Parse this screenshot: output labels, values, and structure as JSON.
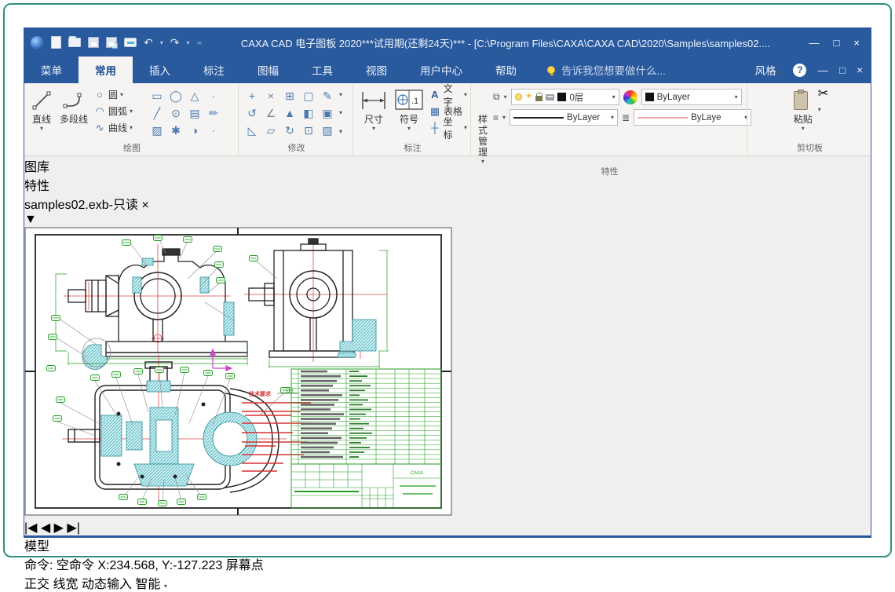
{
  "colors": {
    "titlebar_blue": "#2a5a9e",
    "frame_teal": "#2f8f82",
    "active_tab_text": "#1d4f94",
    "dimension_green": "#1f9e1f",
    "centerline_red": "#e04848",
    "highlight_cyan": "#9adce0",
    "note_red": "#d83030",
    "axis_magenta": "#cc44cc"
  },
  "titlebar": {
    "title": "CAXA CAD 电子图板 2020***试用期(还剩24天)*** - [C:\\Program Files\\CAXA\\CAXA CAD\\2020\\Samples\\samples02....",
    "undo_glyph": "↶",
    "redo_glyph": "↷",
    "controls": {
      "minimize": "—",
      "maximize": "□",
      "close": "×"
    }
  },
  "tabbar": {
    "tabs": [
      {
        "label": "菜单"
      },
      {
        "label": "常用"
      },
      {
        "label": "插入"
      },
      {
        "label": "标注"
      },
      {
        "label": "图幅"
      },
      {
        "label": "工具"
      },
      {
        "label": "视图"
      },
      {
        "label": "用户中心"
      },
      {
        "label": "帮助"
      }
    ],
    "search_hint": "告诉我您想要做什么...",
    "style_button": "风格",
    "help_glyph": "?",
    "controls": {
      "minimize": "—",
      "restore": "□",
      "close": "×"
    }
  },
  "ribbon": {
    "draw_group": {
      "label": "绘图",
      "line": "直线",
      "polyline": "多段线",
      "circle": "圆",
      "arc": "圆弧",
      "curve": "曲线",
      "circle_glyph": "○",
      "arc_glyph": "◠",
      "curve_glyph": "∿",
      "grid": [
        "▭",
        "◯",
        "△",
        "·",
        "╱",
        "⊙",
        "▤",
        "✏",
        "▨",
        "✱",
        "◑"
      ]
    },
    "modify_group": {
      "label": "修改",
      "grid": [
        "+",
        "×",
        "⊞",
        "▢",
        "✎",
        "↺",
        "∠",
        "▲",
        "◧",
        "▣",
        "◺",
        "▱",
        "↻",
        "⊡",
        "▨"
      ]
    },
    "annotate_group": {
      "label": "标注",
      "dimension": "尺寸",
      "symbol": "符号",
      "text": "文字",
      "table": "表格",
      "coordinate": "坐标",
      "text_glyph": "A",
      "table_glyph": "▦",
      "coord_glyph": "┼"
    },
    "property_group": {
      "label": "特性",
      "style_manager": "样式管理",
      "layer_name": "0层",
      "color_value": "ByLayer",
      "linetype_value": "ByLayer",
      "linewidth_value": "ByLaye",
      "sun_glyph": "☀",
      "linetype_glyph": "≡",
      "linewidth_glyph": "≣"
    },
    "clipboard_group": {
      "label": "剪切板",
      "paste": "粘贴",
      "cut_glyph": "✂"
    }
  },
  "docbar": {
    "tab_title": "samples02.exb-只读",
    "close_glyph": "×"
  },
  "sidebar": {
    "items": [
      {
        "label": "图库"
      },
      {
        "label": "特性"
      }
    ]
  },
  "modelbar": {
    "nav": "|◀ ◀ ▶ ▶|",
    "tab": "模型"
  },
  "statusbar": {
    "prompt": "命令:",
    "command_state": "空命令",
    "coords": "X:234.568, Y:-127.223",
    "point_mode": "屏幕点",
    "toggles": [
      {
        "label": "正交"
      },
      {
        "label": "线宽"
      },
      {
        "label": "动态输入"
      },
      {
        "label": "智能"
      }
    ]
  },
  "drawing": {
    "notes_title": "技术要求",
    "brand": "CAXA"
  }
}
